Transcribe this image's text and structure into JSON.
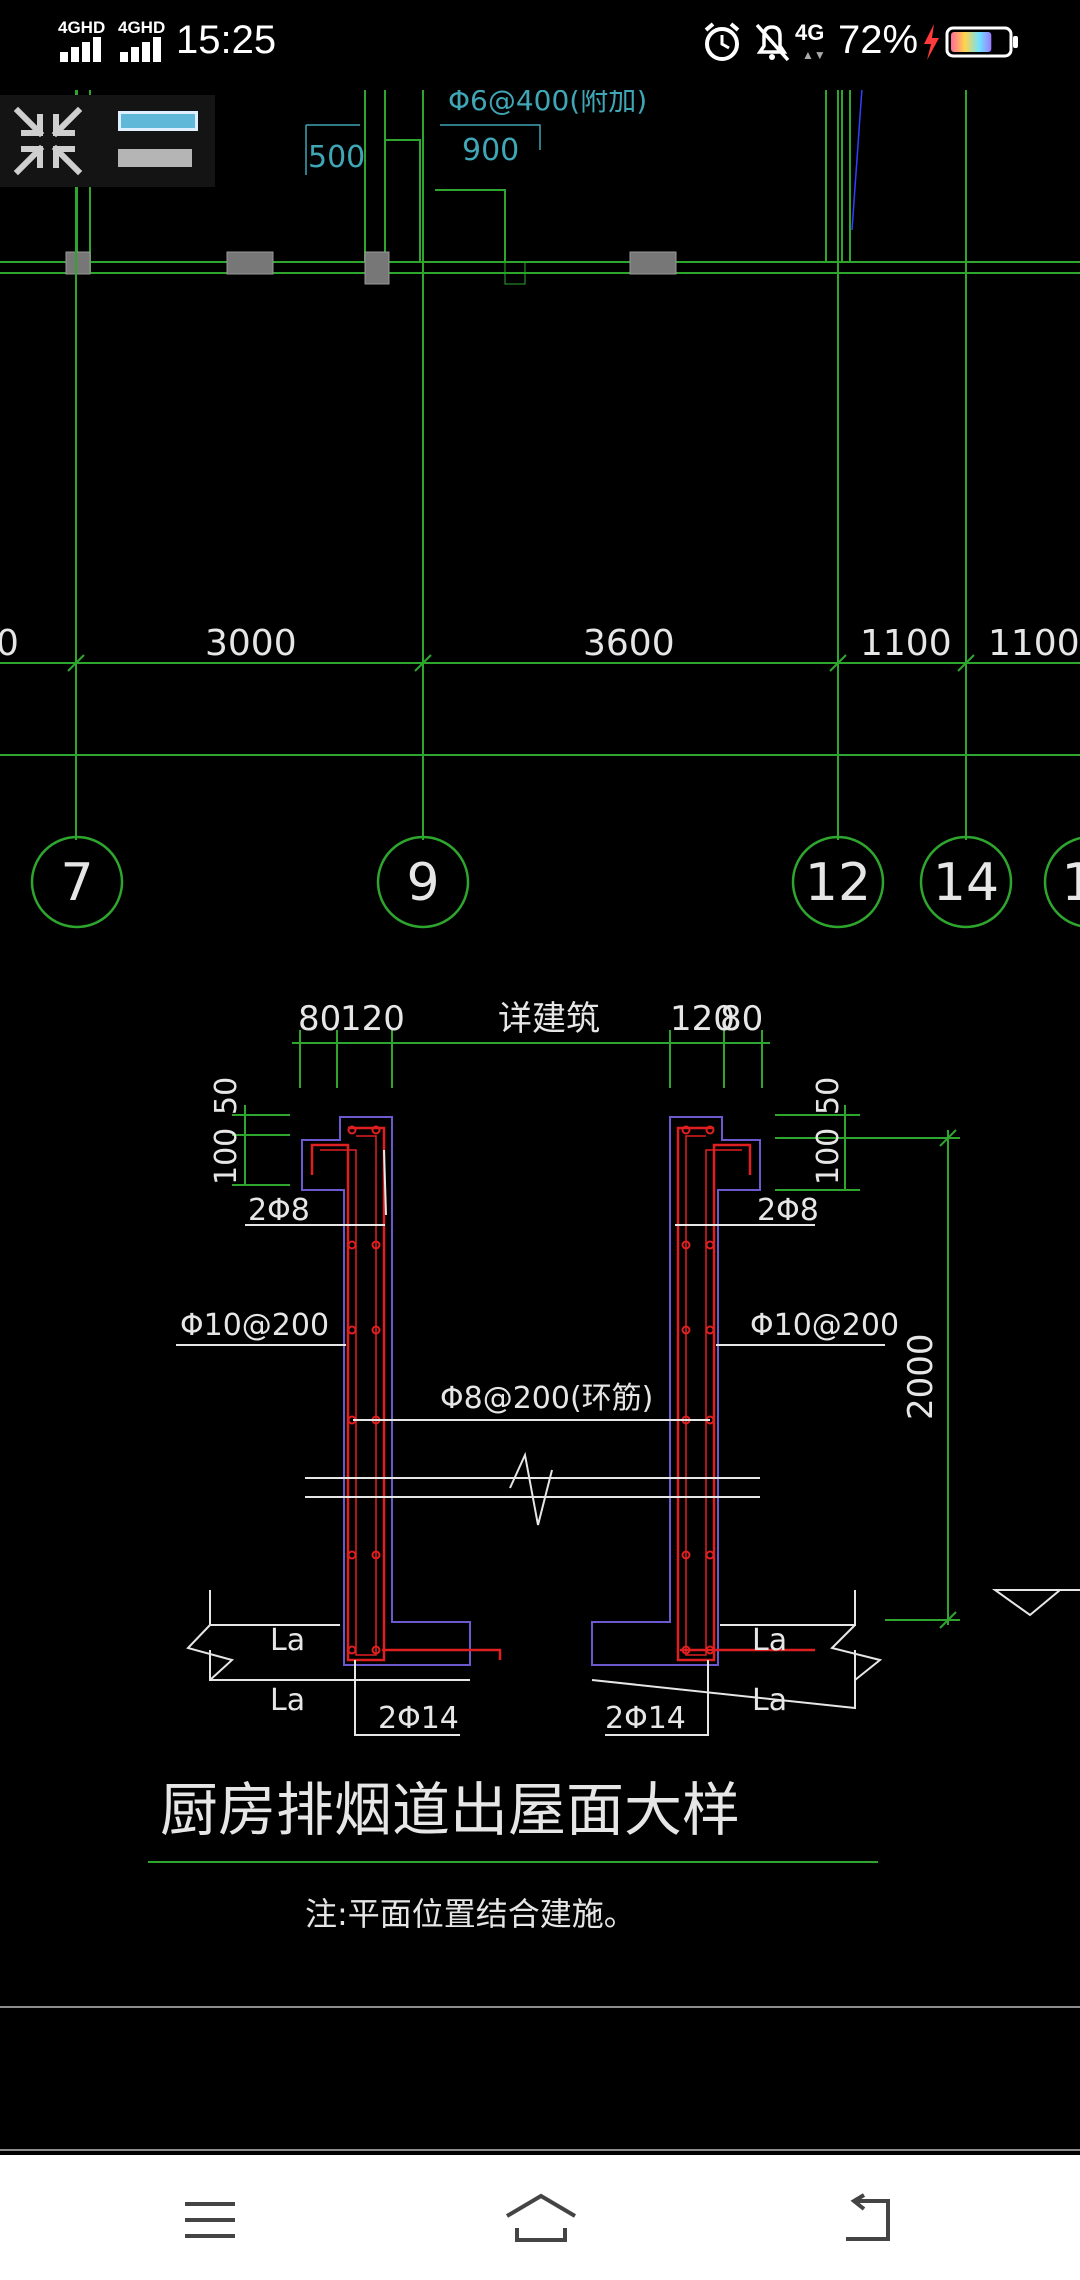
{
  "status_bar": {
    "signal_1_label": "4GHD",
    "signal_2_label": "4GHD",
    "time": "15:25",
    "data_label": "4G",
    "battery_percent": "72%",
    "battery_level": 0.72
  },
  "drawing": {
    "top_annotations": [
      "Φ6@400(附加)",
      "500",
      "900"
    ],
    "dimensions": [
      "0",
      "3000",
      "3600",
      "1100",
      "1100"
    ],
    "axis_labels": [
      "7",
      "9",
      "12",
      "14",
      "1"
    ],
    "detail_top_dims": [
      "80",
      "120",
      "详建筑",
      "120",
      "80"
    ],
    "left_vertical_dims": [
      "50",
      "100"
    ],
    "right_vertical_dims": [
      "50",
      "100"
    ],
    "height_dim": "2000",
    "rebar_top_left": "2Φ8",
    "rebar_top_right": "2Φ8",
    "rebar_dist_left": "Φ10@200",
    "rebar_dist_right": "Φ10@200",
    "ring_rebar": "Φ8@200(环筋)",
    "la_labels": [
      "La",
      "La",
      "La",
      "La"
    ],
    "rebar_bottom_left": "2Φ14",
    "rebar_bottom_right": "2Φ14",
    "title": "厨房排烟道出屋面大样",
    "note": "注:平面位置结合建施。"
  },
  "colors": {
    "grid_green": "#2ea62e",
    "detail_text": "#e6e6e6",
    "rebar_red": "#e02020",
    "outline_purple": "#6a5acd",
    "cyan": "#3fa6b6"
  }
}
